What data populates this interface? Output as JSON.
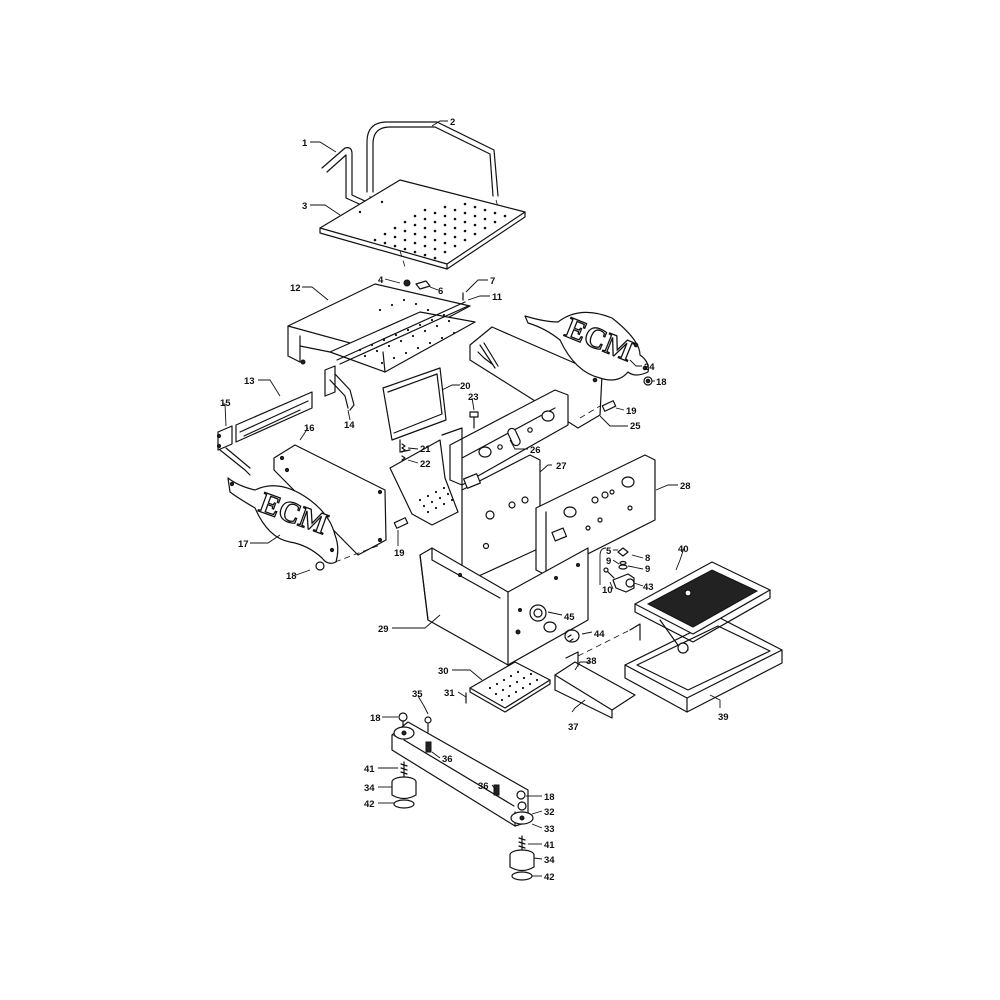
{
  "brand": {
    "logo_text": "ECM"
  },
  "callouts": [
    "1",
    "2",
    "3",
    "4",
    "5",
    "6",
    "7",
    "8",
    "9",
    "10",
    "11",
    "12",
    "13",
    "14",
    "15",
    "16",
    "17",
    "18",
    "19",
    "20",
    "21",
    "22",
    "23",
    "24",
    "25",
    "26",
    "27",
    "28",
    "29",
    "30",
    "31",
    "32",
    "33",
    "34",
    "35",
    "36",
    "37",
    "38",
    "39",
    "40",
    "41",
    "42",
    "43",
    "44",
    "45"
  ]
}
